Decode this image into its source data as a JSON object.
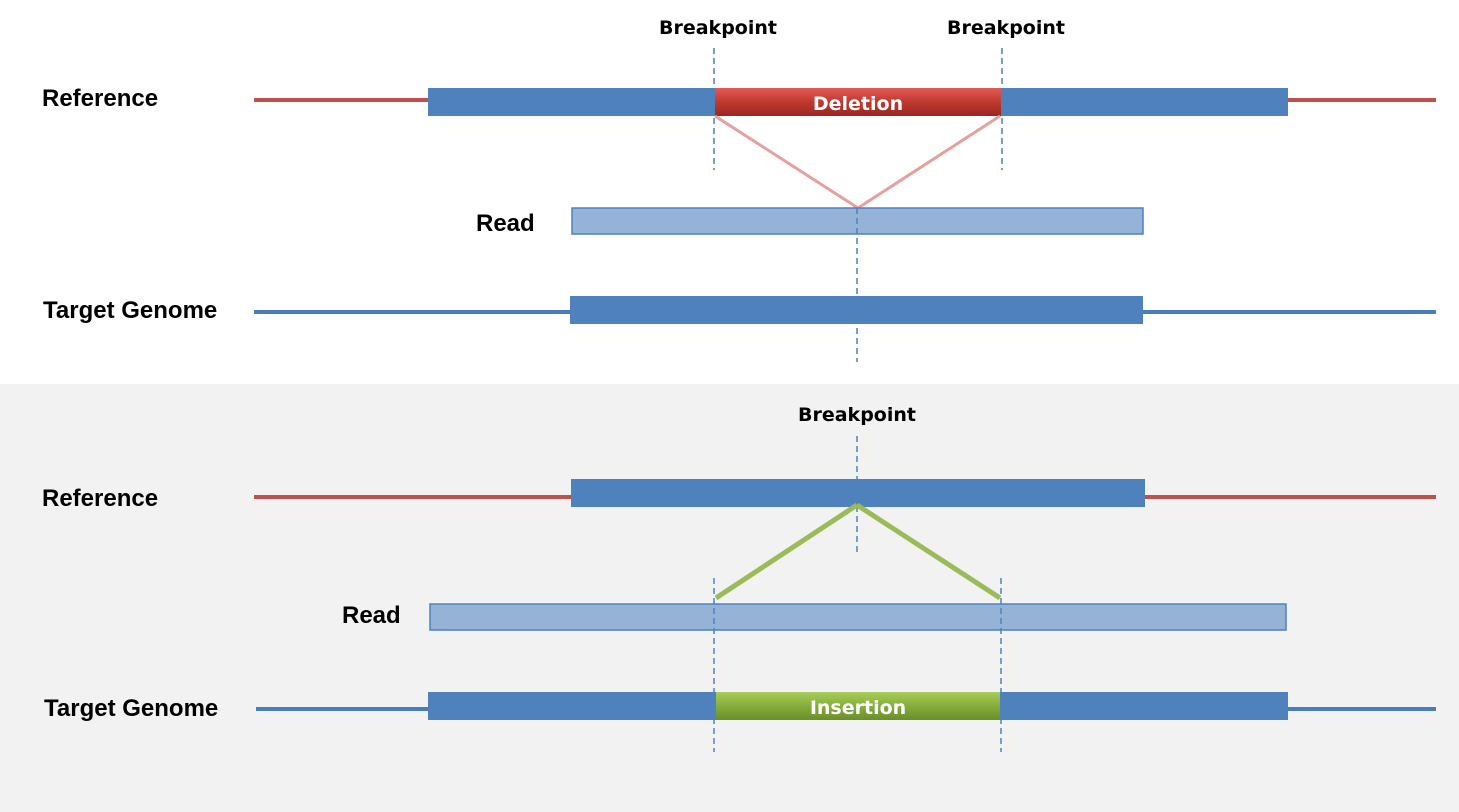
{
  "deletion_panel": {
    "breakpoint_labels": [
      "Breakpoint",
      "Breakpoint"
    ],
    "reference_label": "Reference",
    "read_label": "Read",
    "target_label": "Target Genome",
    "deletion_label": "Deletion"
  },
  "insertion_panel": {
    "breakpoint_label": "Breakpoint",
    "reference_label": "Reference",
    "read_label": "Read",
    "target_label": "Target Genome",
    "insertion_label": "Insertion"
  },
  "colors": {
    "reference_line": "#c0504d",
    "target_line": "#4a7ebb",
    "block_blue": "#4f81bd",
    "read_fill": "#95b3d7",
    "deletion_red": "#c0504d",
    "insertion_green": "#8db346",
    "connector_pink": "#e6a09e",
    "connector_green": "#9bbb59",
    "lower_panel_bg": "#f2f2f2"
  }
}
